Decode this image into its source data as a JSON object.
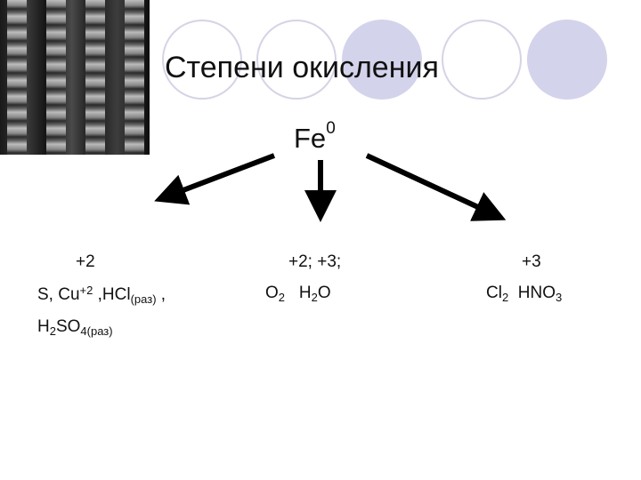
{
  "slide": {
    "title": "Степени окисления",
    "center": {
      "element": "Fe",
      "charge": "0"
    },
    "left": {
      "state": "+2",
      "s": "S, Cu",
      "cu_charge": "+2",
      "hcl": " ,HCl",
      "hcl_note": "(раз)",
      "comma": " ,",
      "h": "H",
      "h_index": "2",
      "so": "SO",
      "so_index": "4(раз)"
    },
    "middle": {
      "state": "+2; +3;",
      "o": "O",
      "o_index": "2",
      "h": "H",
      "h_index": "2",
      "o2": "O"
    },
    "right": {
      "state": "+3",
      "cl": "Cl",
      "cl_index": "2",
      "hno": "HNO",
      "hno_index": "3"
    }
  },
  "colors": {
    "circle_fill": "#d3d3ec",
    "circle_outline": "#d4d4e6",
    "arrow": "#000000"
  },
  "icons": {
    "arrow": "arrow-icon",
    "photo": "gear-photo"
  }
}
